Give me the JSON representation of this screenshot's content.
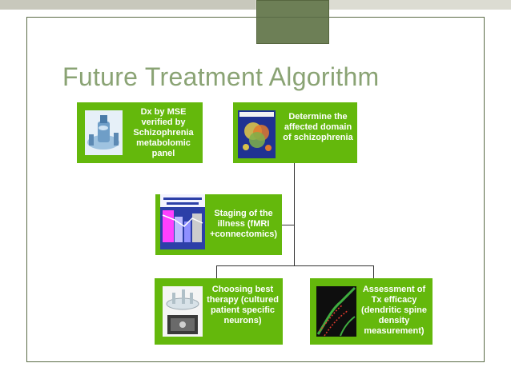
{
  "slide": {
    "title": "Future Treatment Algorithm"
  },
  "nodes": {
    "dx": "Dx by MSE verified by Schizophrenia metabolomic panel",
    "domain": "Determine the affected domain of schizophrenia",
    "staging": "Staging of the illness (fMRI +connectomics)",
    "therapy": "Choosing best therapy (cultured patient specific neurons)",
    "assessment": "Assessment of Tx efficacy (dendritic spine density measurement)"
  },
  "colors": {
    "box_green": "#64b80c",
    "title_green": "#8aa374",
    "frame": "#5a6b46",
    "accent_square": "#6d7f56"
  }
}
